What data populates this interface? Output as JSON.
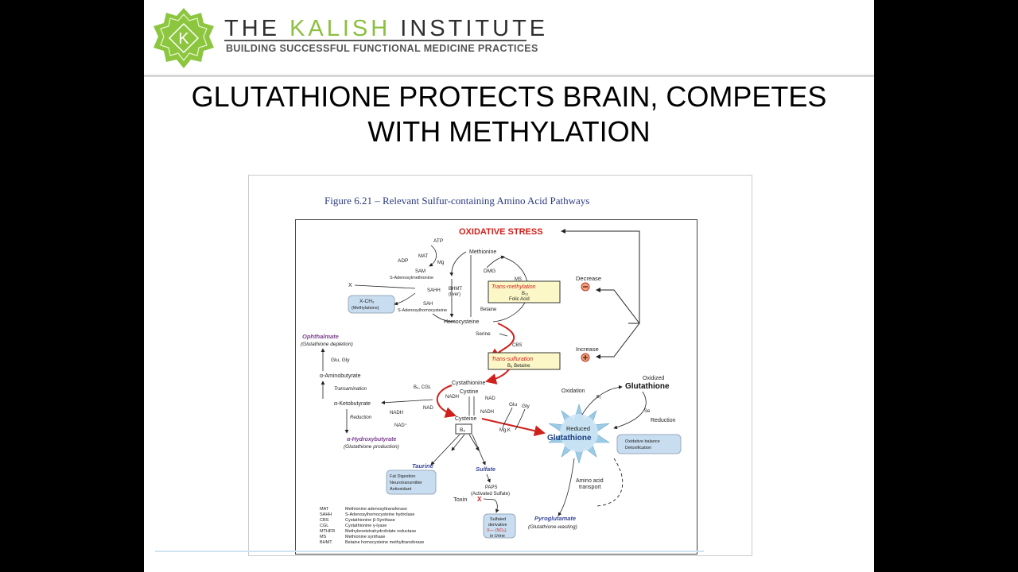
{
  "header": {
    "brand_prefix": "THE ",
    "brand_highlight": "KALISH",
    "brand_suffix": " INSTITUTE",
    "tagline": "BUILDING SUCCESSFUL FUNCTIONAL MEDICINE PRACTICES",
    "logo_letter": "K"
  },
  "slide": {
    "title_line1": "GLUTATHIONE PROTECTS BRAIN, COMPETES",
    "title_line2": "WITH METHYLATION"
  },
  "figure": {
    "caption": "Figure 6.21 – Relevant Sulfur-containing Amino Acid Pathways",
    "oxidative_stress": "OXIDATIVE STRESS",
    "atp": "ATP",
    "mat": "MAT",
    "mg": "Mg",
    "adp": "ADP",
    "methionine": "Methionine",
    "sam": "SAM",
    "sam_full": "S-Adenosylmethionine",
    "x": "X",
    "sahh": "SAHH",
    "x_ch3": "X-CH₃",
    "methylations": "(Methylations)",
    "sah": "SAH",
    "sah_full": "S-Adenosylhomocysteine",
    "bhmt": "BHMT",
    "liver": "(liver)",
    "dmg": "DMG",
    "ms": "MS",
    "betaine": "Betaine",
    "homocysteine": "Homocysteine",
    "trans_methylation": "Trans-methylation",
    "b12": "B₁₂",
    "folic_acid": "Folic Acid",
    "decrease": "Decrease",
    "increase": "Increase",
    "serine": "Serine",
    "cbs": "CBS",
    "trans_sulfuration": "Trans-sulfuration",
    "b6_betaine": "B₆ Betaine",
    "ophthalmate": "Ophthalmate",
    "glutathione_depletion": "(Glutathione depletion)",
    "glu_gly": "Glu, Gly",
    "alpha_aminobutyrate": "α-Aminobutyrate",
    "transamination": "Transamination",
    "alpha_ketobutyrate": "α-Ketobutyrate",
    "reduction": "Reduction",
    "nadh": "NADH",
    "nad_plus": "NAD⁺",
    "alpha_hydroxybutyrate": "α-Hydroxybutyrate",
    "glutathione_production": "(Glutathione production)",
    "cystathionine": "Cystathionine",
    "b6_cgl": "B₆, CGL",
    "cystine": "Cystine",
    "nad": "NAD",
    "cysteine": "Cysteine",
    "b6": "B₆",
    "glu": "Glu",
    "gly": "Gly",
    "mg_k": "Mg,K",
    "oxidation": "Oxidation",
    "oxidized": "Oxidized",
    "glutathione": "Glutathione",
    "se": "Se",
    "b2": "B₂",
    "reduced": "Reduced",
    "oxidative_balance": "Oxidative balance",
    "detoxification": "Detoxification",
    "taurine": "Taurine",
    "fat_digestion": "Fat Digestion",
    "neurotransmitter": "Neurotransmitter",
    "antioxidant": "Antioxidant",
    "sulfate": "Sulfate",
    "paps": "PAPS",
    "activated_sulfate": "(Activated Sulfate)",
    "toxin": "Toxin",
    "x_mark": "X",
    "amino_acid": "Amino acid",
    "transport": "transport",
    "pyroglutamate": "Pyroglutamate",
    "glutathione_wasting": "(Glutathione-wasting)",
    "sulfated": "Sulfated",
    "derivative": "derivative",
    "so4": "X— (SO₄)",
    "in_urine": "in Urine",
    "legend": [
      {
        "abbr": "MAT",
        "full": "Methionine adenosyltransferase"
      },
      {
        "abbr": "SAHH",
        "full": "S-Adenosylhomocysteine hydrolase"
      },
      {
        "abbr": "CBS",
        "full": "Cystathionine β-Synthase"
      },
      {
        "abbr": "CGL",
        "full": "Cystathionine γ-lyase"
      },
      {
        "abbr": "MTHFR",
        "full": "Methylenetetrahydrofolate reductase"
      },
      {
        "abbr": "MS",
        "full": "Methionine synthase"
      },
      {
        "abbr": "BHMT",
        "full": "Betaine homocysteine methyltransferase"
      }
    ],
    "colors": {
      "red": "#d0201b",
      "purple": "#7b3f8f",
      "blue_italic": "#3a4a9a",
      "label_box_fill": "#fbf7c6",
      "pill_fill": "#c9ddf0",
      "starburst": "#9ccbe6"
    }
  }
}
